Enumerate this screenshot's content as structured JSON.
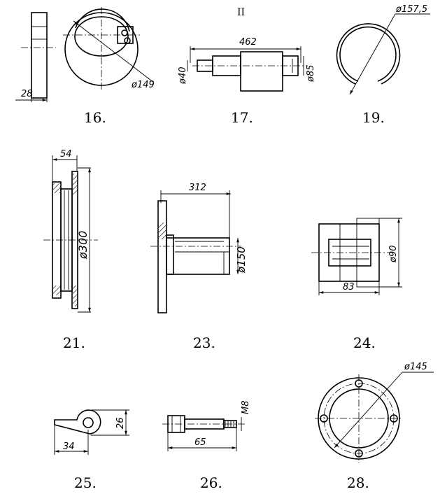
{
  "page_mark": "II",
  "figures": [
    {
      "id": "fig16",
      "caption": "16.",
      "dims": [
        "28",
        "ø149"
      ]
    },
    {
      "id": "fig17",
      "caption": "17.",
      "dims": [
        "462",
        "ø40",
        "ø85"
      ]
    },
    {
      "id": "fig19",
      "caption": "19.",
      "dims": [
        "ø157,5"
      ]
    },
    {
      "id": "fig21",
      "caption": "21.",
      "dims": [
        "54",
        "ø300"
      ]
    },
    {
      "id": "fig23",
      "caption": "23.",
      "dims": [
        "312",
        "ø150"
      ]
    },
    {
      "id": "fig24",
      "caption": "24.",
      "dims": [
        "ø90",
        "83"
      ]
    },
    {
      "id": "fig25",
      "caption": "25.",
      "dims": [
        "26",
        "34"
      ]
    },
    {
      "id": "fig26",
      "caption": "26.",
      "dims": [
        "M8",
        "65"
      ]
    },
    {
      "id": "fig28",
      "caption": "28.",
      "dims": [
        "ø145"
      ]
    }
  ]
}
